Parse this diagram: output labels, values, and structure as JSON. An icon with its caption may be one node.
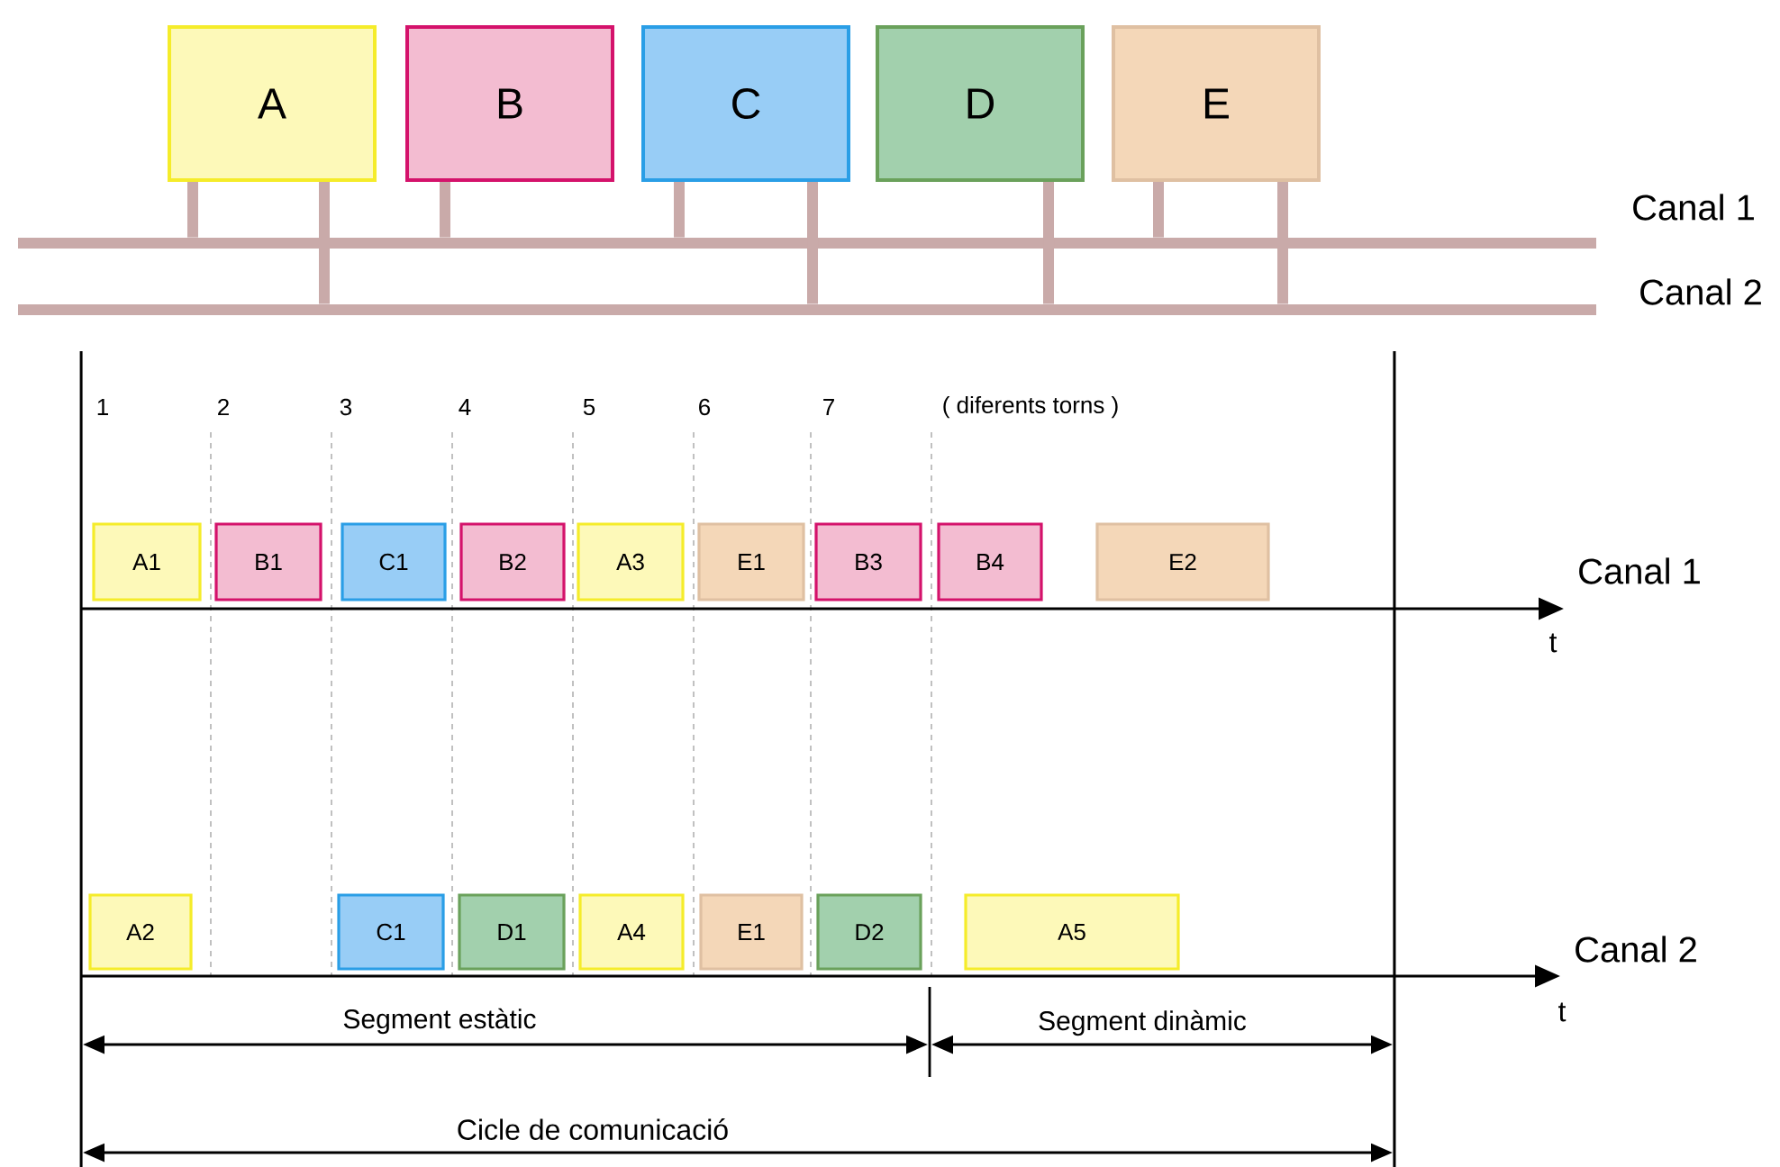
{
  "diagram": {
    "nodes": [
      {
        "text": [
          "A"
        ]
      },
      {
        "text": [
          "B"
        ]
      },
      {
        "text": [
          "C"
        ]
      },
      {
        "text": [
          "D"
        ]
      },
      {
        "text": [
          "E"
        ]
      },
      {
        "text": [],
        "shape": "bar",
        "beside": [
          "Canal 1"
        ]
      },
      {
        "text": [],
        "shape": "bar",
        "beside": [
          "Canal 2"
        ]
      },
      {
        "text": [
          "A1"
        ]
      },
      {
        "text": [
          "B1"
        ]
      },
      {
        "text": [
          "C1"
        ]
      },
      {
        "text": [
          "B2"
        ]
      },
      {
        "text": [
          "A3"
        ]
      },
      {
        "text": [
          "E1"
        ]
      },
      {
        "text": [
          "B3"
        ]
      },
      {
        "text": [
          "B4"
        ]
      },
      {
        "text": [
          "E2"
        ]
      },
      {
        "text": [
          "A2"
        ]
      },
      {
        "text": [
          "C1"
        ]
      },
      {
        "text": [
          "D1"
        ]
      },
      {
        "text": [
          "A4"
        ]
      },
      {
        "text": [
          "E1"
        ]
      },
      {
        "text": [
          "D2"
        ]
      },
      {
        "text": [
          "A5"
        ]
      }
    ],
    "edges": [
      {
        "from": 0,
        "to": 5,
        "arrow": "none"
      },
      {
        "from": 0,
        "to": 6,
        "arrow": "none"
      },
      {
        "from": 1,
        "to": 5,
        "arrow": "none"
      },
      {
        "from": 2,
        "to": 5,
        "arrow": "none"
      },
      {
        "from": 2,
        "to": 6,
        "arrow": "none"
      },
      {
        "from": 3,
        "to": 6,
        "arrow": "none"
      },
      {
        "from": 4,
        "to": 5,
        "arrow": "none"
      },
      {
        "from": 4,
        "to": 6,
        "arrow": "none"
      }
    ],
    "labels": [
      "1",
      "2",
      "3",
      "4",
      "5",
      "6",
      "7",
      "( diferents torns )",
      "Canal 1",
      "t",
      "Canal 2",
      "t",
      "Segment estàtic",
      "Segment dinàmic",
      "Cicle de comunicació"
    ]
  }
}
